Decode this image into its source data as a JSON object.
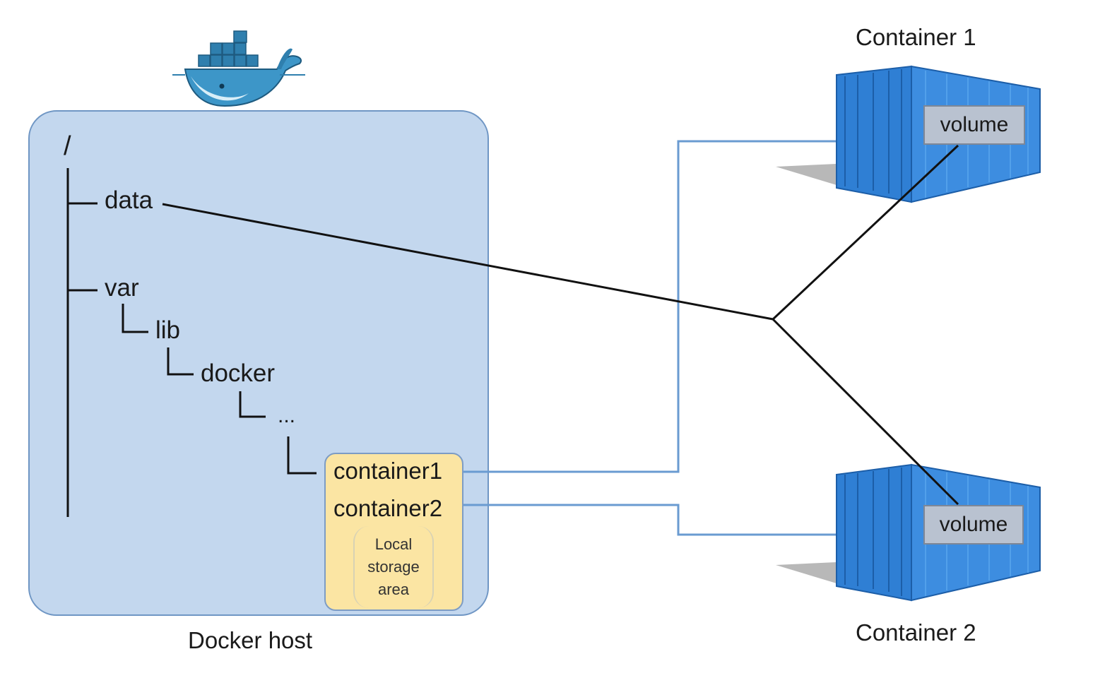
{
  "host": {
    "caption": "Docker host",
    "root": "/",
    "tree": {
      "data": "data",
      "var": "var",
      "lib": "lib",
      "docker": "docker",
      "ellipsis": "..."
    },
    "storage": {
      "entries": [
        "container1",
        "container2"
      ],
      "local_area": [
        "Local",
        "storage",
        "area"
      ]
    }
  },
  "containers": [
    {
      "title": "Container 1",
      "volume": "volume"
    },
    {
      "title": "Container 2",
      "volume": "volume"
    }
  ],
  "colors": {
    "host_fill": "#c3d7ee",
    "host_border": "#6f96c4",
    "storage_fill": "#fbe5a3",
    "link_blue": "#6a9bd1",
    "mount_line": "#111111",
    "container_blue": "#3d8de0",
    "volume_fill": "#b9c2d0"
  }
}
